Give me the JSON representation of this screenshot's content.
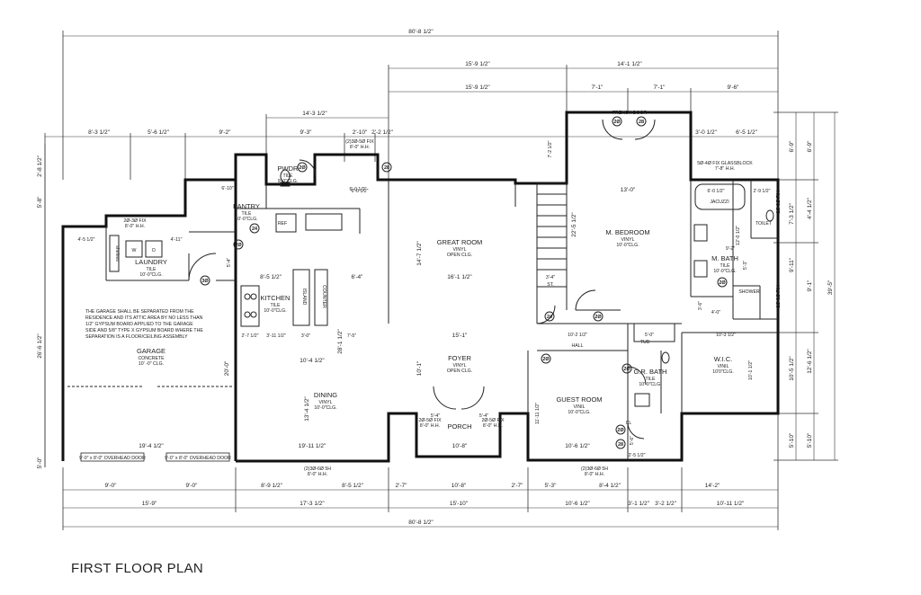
{
  "title": "FIRST FLOOR PLAN",
  "rooms": {
    "pwdr": {
      "name": "PWDR",
      "finish": "TILE",
      "clg": "9'-0\"CLG."
    },
    "pantry": {
      "name": "PANTRY",
      "finish": "TILE",
      "clg": "10'-0\"CLG."
    },
    "laundry": {
      "name": "LAUNDRY",
      "finish": "TILE",
      "clg": "10'-0\"CLG."
    },
    "kitchen": {
      "name": "KITCHEN",
      "finish": "TILE",
      "clg": "10'-0\"CLG."
    },
    "great_room": {
      "name": "GREAT ROOM",
      "finish": "VINYL",
      "clg": "OPEN CLG."
    },
    "m_bedroom": {
      "name": "M. BEDROOM",
      "finish": "VINYL",
      "clg": "10'-0\"CLG."
    },
    "m_bath": {
      "name": "M. BATH",
      "finish": "TILE",
      "clg": "10'-0\"CLG."
    },
    "garage": {
      "name": "GARAGE",
      "finish": "CONCRETE",
      "clg": "10' -0\" CLG."
    },
    "dining": {
      "name": "DINING",
      "finish": "VINYL",
      "clg": "10'-0\"CLG."
    },
    "foyer": {
      "name": "FOYER",
      "finish": "VINYL",
      "clg": "OPEN CLG."
    },
    "guest_room": {
      "name": "GUEST ROOM",
      "finish": "VINIL",
      "clg": "10'-0\"CLG."
    },
    "gr_bath": {
      "name": "G.R. BATH",
      "finish": "TILE",
      "clg": "10'-0\"CLG."
    },
    "wic": {
      "name": "W.I.C.",
      "finish": "VINIL",
      "clg": "10'0\"CLG."
    },
    "porch": {
      "name": "PORCH"
    },
    "hall": {
      "name": "HALL"
    }
  },
  "fixtures": {
    "french_door": "FRENCH DOOR",
    "jacuzzi": "JACUZZI",
    "toilet": "TOILET",
    "shower": "SHOWER",
    "tub": "TUB",
    "island": "ISLAND",
    "counter": "COUNTER",
    "ref": "REF",
    "cl": "CL",
    "st": "ST.",
    "w": "W",
    "d": "D",
    "shelves": "shelves",
    "glassblock": "5Ø-4Ø FIX GLASSBLOCK",
    "glassblock_hh": "7'-8\" H.H.",
    "overhead_door": "9'-0\" x 8'-0\" OVERHEAD DOOR",
    "window_2030": "2Ø-3Ø FIX",
    "window_2050": "2Ø-5Ø FIX",
    "window_hh8": "8'-0\" H.H.",
    "window_2130_5h": "(2)3Ø-6Ø 5H",
    "window_2130_fix": "(2)3Ø-5Ø FIX",
    "window_2830": "2Ø-3Ø FIX",
    "door_tags": [
      "3Ø",
      "2Ø",
      "2Ø",
      "24",
      "28",
      "2Ø",
      "28",
      "24",
      "2Ø",
      "2Ø",
      "2Ø",
      "2Ø",
      "28",
      "2Ø"
    ]
  },
  "garage_note": [
    "THE GARAGE SHALL BE SEPARATED FROM THE",
    "RESIDENCE AND ITS ATTIC AREA BY NO LESS THAN",
    "1/2\" GYPSUM BOARD APPLIED TO THE GARAGE",
    "SIDE AND 5/8\" TYPE X GYPSUM BOARD WHERE THE",
    "SEPARATION IS A FLOOR/CEILING ASSEMBLY"
  ],
  "dimensions": {
    "overall_top": "80'-8 1/2\"",
    "top_right_1": "15'-9 1/2\"",
    "top_right_2": "14'-1 1/2\"",
    "top_mid_a": "15'-9 1/2\"",
    "top_mid_b": "7'-1\"",
    "top_mid_c": "7'-1\"",
    "top_mid_d": "9'-6\"",
    "pwdr_a": "14'-3 1/2\"",
    "pwdr_b": "9'-3\"",
    "pwdr_c": "2'-10\"",
    "pwdr_d": "2'-2 1/2\"",
    "left_a": "8'-3 1/2\"",
    "left_b": "5'-6 1/2\"",
    "left_c": "9'-2\"",
    "mb_a": "3'-0 1/2\"",
    "mb_b": "6'-5 1/2\"",
    "mb_w": "13'-0\"",
    "bottom_a": "9'-0\"",
    "bottom_b": "9'-0\"",
    "bottom_c": "8'-9 1/2\"",
    "bottom_d": "8'-5 1/2\"",
    "bottom_e": "2'-7\"",
    "bottom_f": "10'-8\"",
    "bottom_g": "2'-7\"",
    "bottom_h": "5'-3\"",
    "bottom_i": "8'-4 1/2\"",
    "bottom_j": "14'-2\"",
    "bottom2_a": "15'-9\"",
    "bottom2_b": "17'-3 1/2\"",
    "bottom2_c": "15'-10\"",
    "bottom2_d": "10'-6 1/2\"",
    "bottom2_e": "3'-1 1/2\"",
    "bottom2_f": "3'-2 1/2\"",
    "bottom2_g": "10'-11 1/2\"",
    "overall_bottom": "80'-8 1/2\"",
    "right_total": "39'-5\"",
    "right_a": "6'-9\"",
    "right_b": "7'-3 1/2\"",
    "right_c": "9'-11\"",
    "right_d": "10'-5 1/2\"",
    "right_e": "5'-10\"",
    "right2_a": "6'-9\"",
    "right2_b": "4'-4 1/2\"",
    "right2_c": "9'-1\"",
    "right2_d": "12'-6 1/2\"",
    "right2_e": "5'-10\"",
    "left_total": "26'-6 1/2\"",
    "left_side_a": "2'-8 1/2\"",
    "left_side_b": "5'-8\"",
    "left_side_c": "5'-0\"",
    "garage_w": "19'-4 1/2\"",
    "garage_h": "20'-0\"",
    "dining_w": "19'-11 1/2\"",
    "dining_h": "13'-4 1/2\"",
    "great_w": "16'-1 1/2\"",
    "great_h": "14'-7 1/2\"",
    "great_lower": "15'-1\"",
    "foyer_h": "10'-1\"",
    "porch_w": "10'-8\"",
    "porch_side_a": "5'-4\"",
    "porch_side_b": "5'-4\"",
    "kitchen_a": "8'-5 1/2\"",
    "kitchen_b": "6'-4\"",
    "kitchen_c": "2'-7 1/2\"",
    "kitchen_d": "3'-11 1/2\"",
    "kitchen_e": "3'-0\"",
    "kitchen_f": "7'-5\"",
    "kitchen_g": "10'-4 1/2\"",
    "kitchen_h": "28'-1 1/2\"",
    "pantry_a": "6'-10\"",
    "pantry_b": "5'-4\"",
    "laundry_a": "4'-5 1/2\"",
    "laundry_b": "4'-11\"",
    "pwdr_side": "6'-0 1/2\"",
    "mb_h": "22'-5 1/2\"",
    "mbath_a": "6'-0 1/2\"",
    "mbath_b": "2'-9 1/2\"",
    "mbath_c": "12'-0 1/2\"",
    "mbath_d": "9'-2\"",
    "mbath_e": "5'-3\"",
    "shower_w": "4'-0\"",
    "shower_h": "3'-6\"",
    "hall_w": "10'-2 1/2\"",
    "hall_a": "5'-0\"",
    "wic_w": "10'-3 1/2\"",
    "wic_h": "10'-1 1/2\"",
    "guest_w": "10'-6 1/2\"",
    "guest_h": "11'-11 1/2\"",
    "guest_cl": "5'-6\"",
    "guest_cl2": "2'-5 1/2\"",
    "stair_a": "3'-4\"",
    "top_mb_side": "7'-2 1/2\"",
    "top_wall": "6'-0 1/2\""
  }
}
